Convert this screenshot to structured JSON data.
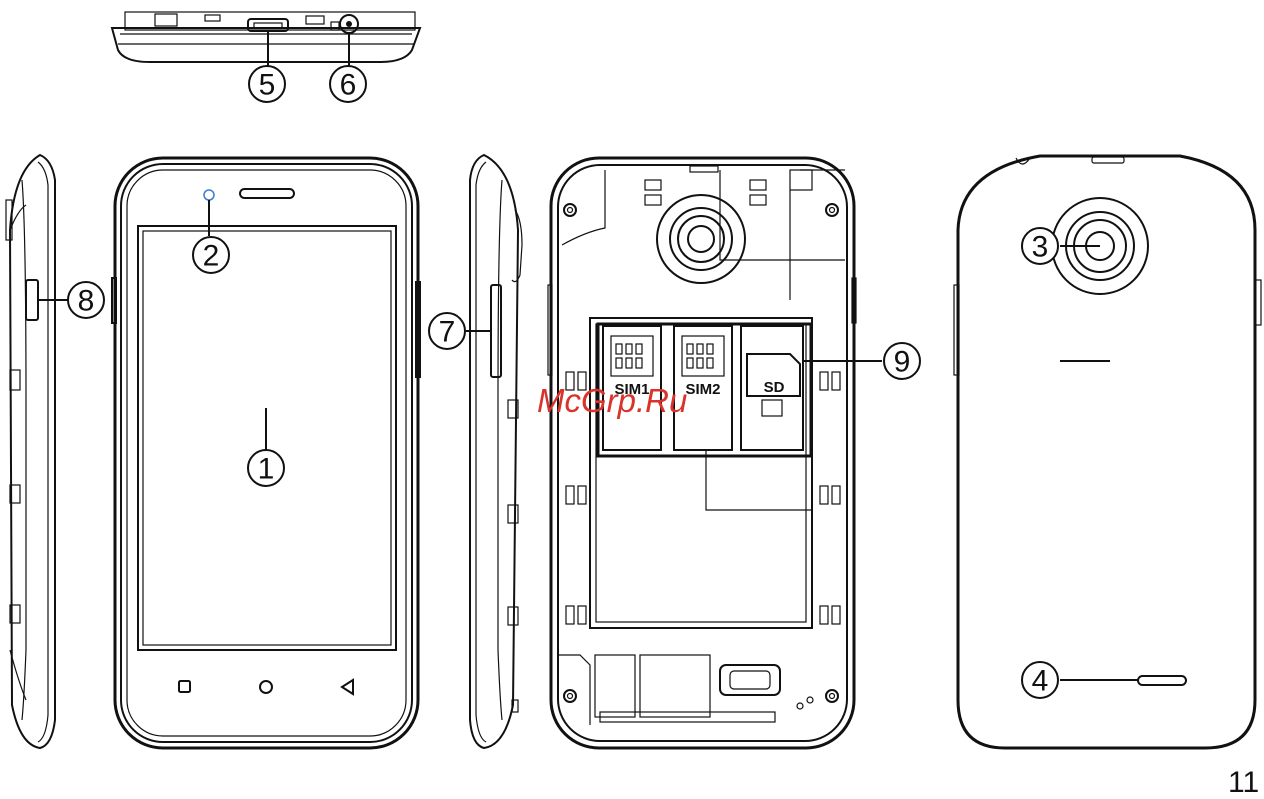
{
  "callouts": [
    {
      "id": "1",
      "label": "1"
    },
    {
      "id": "2",
      "label": "2"
    },
    {
      "id": "3",
      "label": "3"
    },
    {
      "id": "4",
      "label": "4"
    },
    {
      "id": "5",
      "label": "5"
    },
    {
      "id": "6",
      "label": "6"
    },
    {
      "id": "7",
      "label": "7"
    },
    {
      "id": "8",
      "label": "8"
    },
    {
      "id": "9",
      "label": "9"
    }
  ],
  "slots": {
    "sim1": "SIM1",
    "sim2": "SIM2",
    "sd": "SD"
  },
  "watermark": "McGrp.Ru",
  "page_number": "11",
  "colors": {
    "line": "#111111",
    "watermark": "#d9342b",
    "camera_indicator": "#3a7bd5",
    "background": "#ffffff"
  }
}
